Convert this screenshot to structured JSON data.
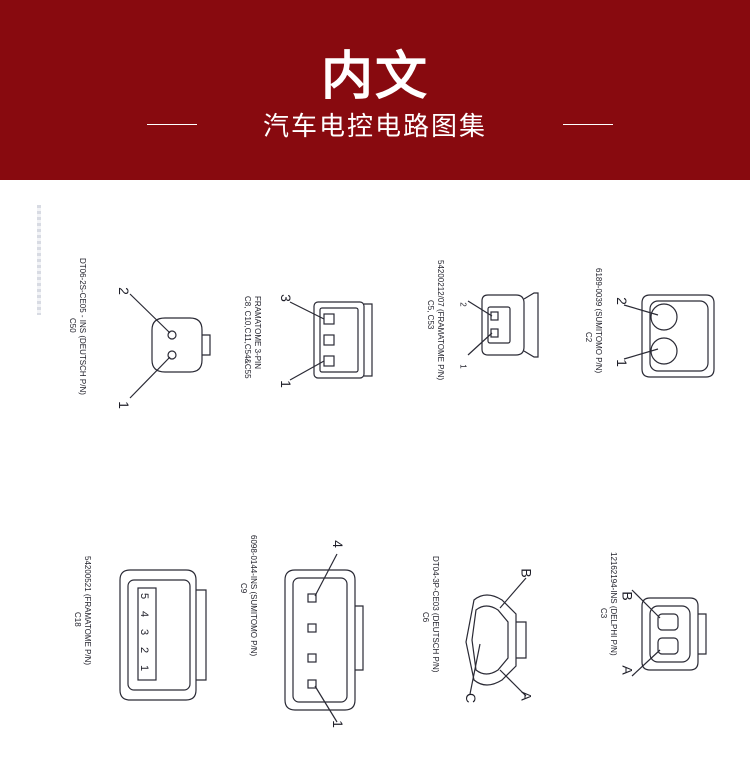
{
  "header": {
    "title": "内文",
    "subtitle": "汽车电控电路图集",
    "background": "#880a0f"
  },
  "connectors": [
    {
      "part": "DT06-2S-CE05 - INS (DEUTSCH P/N)",
      "code": "C50",
      "pins": [
        "2",
        "1"
      ]
    },
    {
      "part": "FRAMATOME 3-PIN",
      "code": "C8, C10,C11,C54&C55",
      "pins": [
        "3",
        "1"
      ]
    },
    {
      "part": "54200212/07 (FRAMATOME P/N)",
      "code": "C5, C53",
      "pins": [
        "2",
        "1"
      ]
    },
    {
      "part": "6189-0039 (SUMITOMO P/N)",
      "code": "C2",
      "pins": [
        "2",
        "1"
      ]
    },
    {
      "part": "54200521 (FRAMATOME P/N)",
      "code": "C18",
      "pins": [
        "5",
        "4",
        "3",
        "2",
        "1"
      ]
    },
    {
      "part": "6098-0144-INS (SUMITOMO P/N)",
      "code": "C9",
      "pins": [
        "4",
        "1"
      ]
    },
    {
      "part": "DT04-3P-CE03 (DEUTSCH P/N)",
      "code": "C6",
      "pins": [
        "B",
        "A",
        "C"
      ]
    },
    {
      "part": "12162194-INS (DELPHI P/N)",
      "code": "C3",
      "pins": [
        "B",
        "A"
      ]
    }
  ]
}
